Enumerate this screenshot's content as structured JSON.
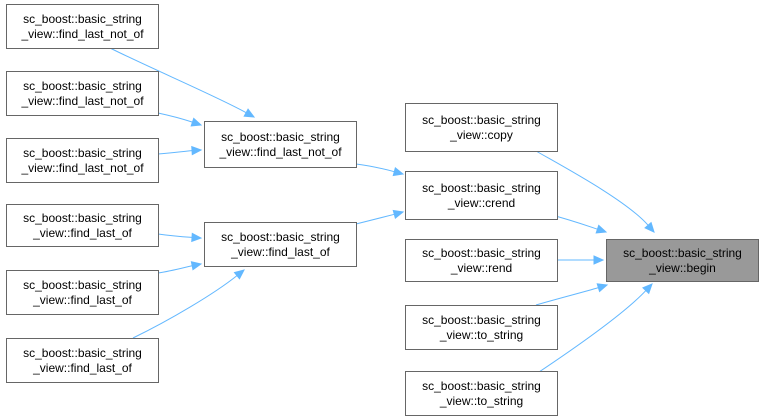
{
  "graph": {
    "title": "",
    "nodes": [
      {
        "id": "begin",
        "line1": "sc_boost::basic_string",
        "line2": "_view::begin",
        "focus": true
      },
      {
        "id": "copy",
        "line1": "sc_boost::basic_string",
        "line2": "_view::copy"
      },
      {
        "id": "crend",
        "line1": "sc_boost::basic_string",
        "line2": "_view::crend"
      },
      {
        "id": "rend",
        "line1": "sc_boost::basic_string",
        "line2": "_view::rend"
      },
      {
        "id": "to_string_1",
        "line1": "sc_boost::basic_string",
        "line2": "_view::to_string"
      },
      {
        "id": "to_string_2",
        "line1": "sc_boost::basic_string",
        "line2": "_view::to_string"
      },
      {
        "id": "flno_mid",
        "line1": "sc_boost::basic_string",
        "line2": "_view::find_last_not_of"
      },
      {
        "id": "flo_mid",
        "line1": "sc_boost::basic_string",
        "line2": "_view::find_last_of"
      },
      {
        "id": "flno_1",
        "line1": "sc_boost::basic_string",
        "line2": "_view::find_last_not_of"
      },
      {
        "id": "flno_2",
        "line1": "sc_boost::basic_string",
        "line2": "_view::find_last_not_of"
      },
      {
        "id": "flno_3",
        "line1": "sc_boost::basic_string",
        "line2": "_view::find_last_not_of"
      },
      {
        "id": "flo_1",
        "line1": "sc_boost::basic_string",
        "line2": "_view::find_last_of"
      },
      {
        "id": "flo_2",
        "line1": "sc_boost::basic_string",
        "line2": "_view::find_last_of"
      },
      {
        "id": "flo_3",
        "line1": "sc_boost::basic_string",
        "line2": "_view::find_last_of"
      }
    ],
    "edges": [
      {
        "from": "copy",
        "to": "begin"
      },
      {
        "from": "crend",
        "to": "begin"
      },
      {
        "from": "rend",
        "to": "begin"
      },
      {
        "from": "to_string_1",
        "to": "begin"
      },
      {
        "from": "to_string_2",
        "to": "begin"
      },
      {
        "from": "flno_mid",
        "to": "crend"
      },
      {
        "from": "flo_mid",
        "to": "crend"
      },
      {
        "from": "flno_1",
        "to": "flno_mid"
      },
      {
        "from": "flno_2",
        "to": "flno_mid"
      },
      {
        "from": "flno_3",
        "to": "flno_mid"
      },
      {
        "from": "flo_1",
        "to": "flo_mid"
      },
      {
        "from": "flo_2",
        "to": "flo_mid"
      },
      {
        "from": "flo_3",
        "to": "flo_mid"
      }
    ],
    "colors": {
      "edge": "#63b8ff",
      "node_border": "#666666",
      "node_fill": "#ffffff",
      "focus_fill": "#999999",
      "text": "#000000"
    }
  }
}
